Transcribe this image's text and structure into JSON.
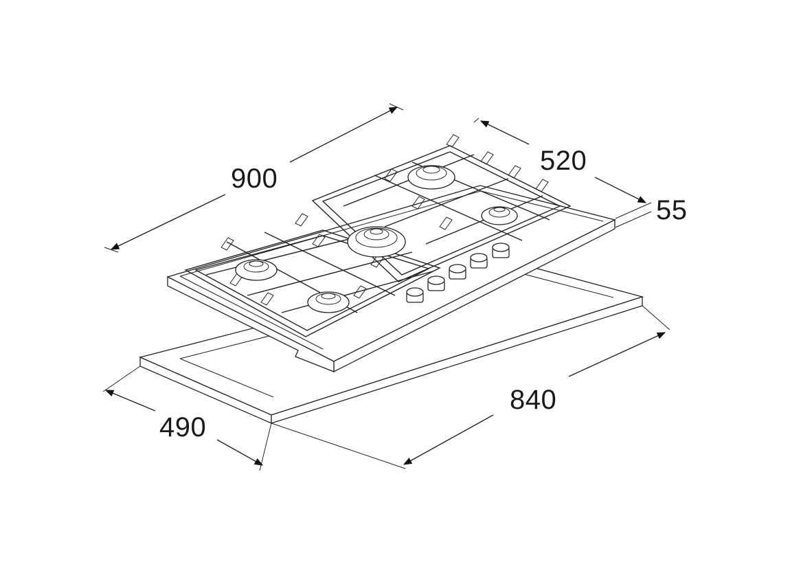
{
  "dimensions": {
    "width": "900",
    "depth": "520",
    "height": "55",
    "cutout_width": "840",
    "cutout_depth": "490"
  }
}
